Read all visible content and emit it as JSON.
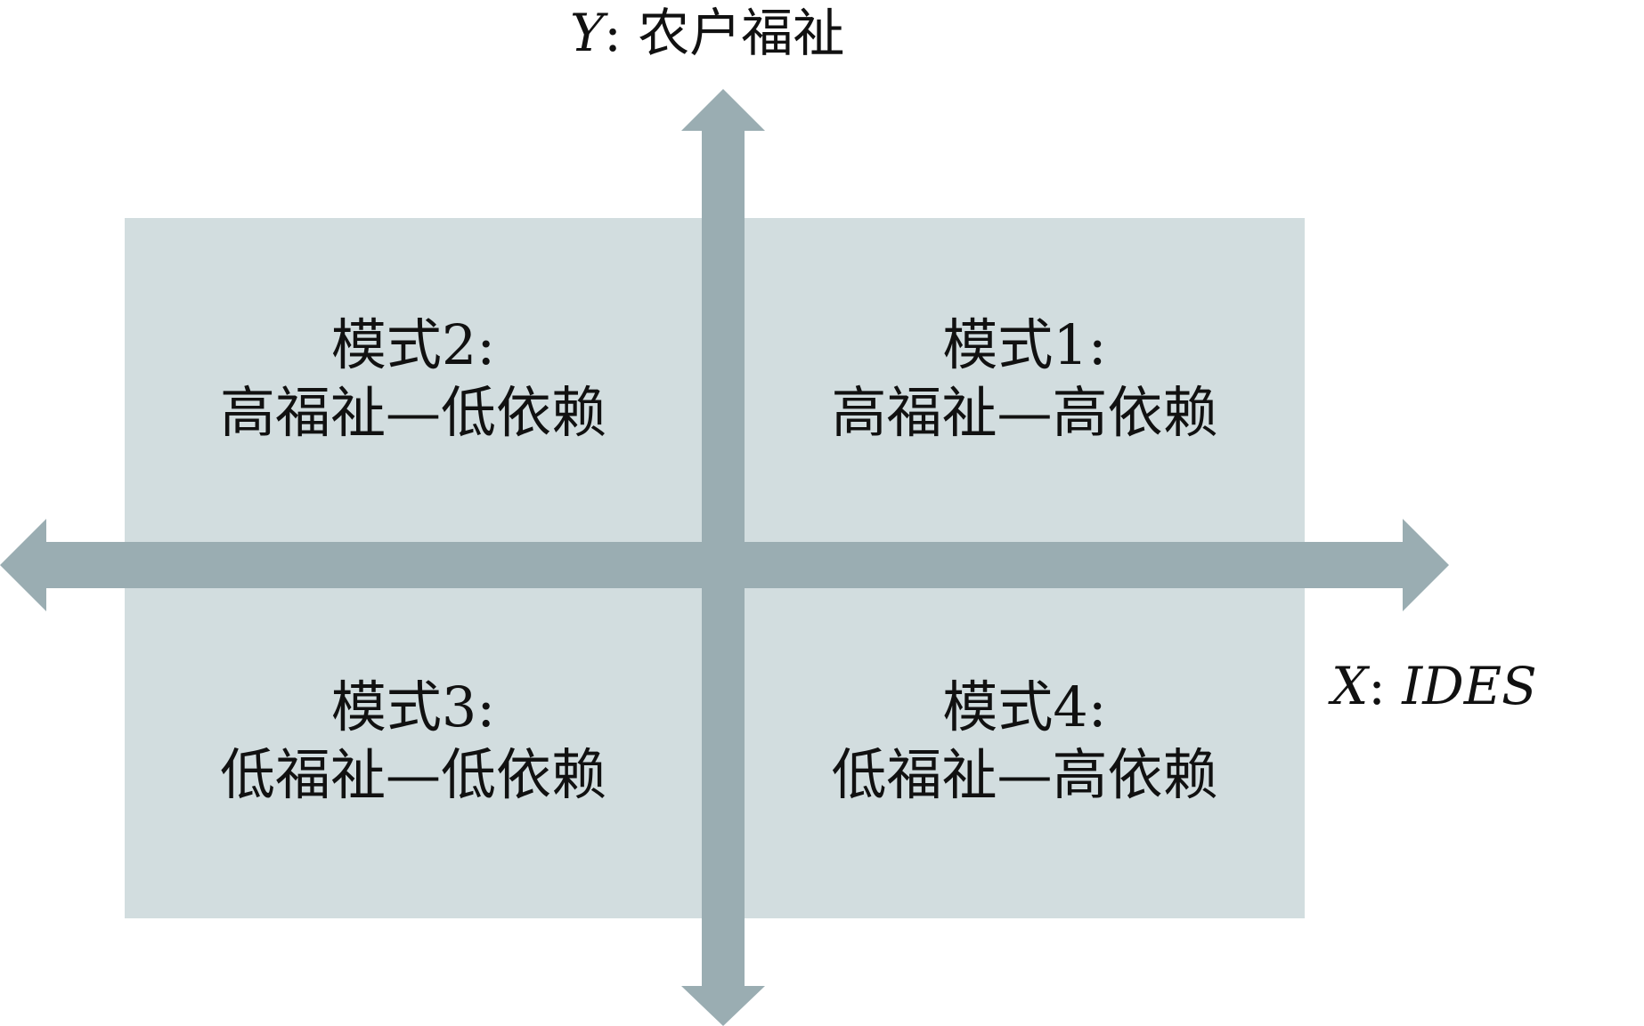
{
  "colors": {
    "quadrant_fill": "#d2dddf",
    "axis_fill": "#9aadb2",
    "text": "#111111",
    "background": "#ffffff"
  },
  "axes": {
    "y": {
      "var": "Y",
      "sep": ": ",
      "name": "农户福祉"
    },
    "x": {
      "var": "X",
      "sep": ": ",
      "name": "IDES"
    }
  },
  "quadrants": [
    {
      "id": "top-left",
      "title": "模式2:",
      "desc": "高福祉—低依赖"
    },
    {
      "id": "top-right",
      "title": "模式1:",
      "desc": "高福祉—高依赖"
    },
    {
      "id": "bottom-left",
      "title": "模式3:",
      "desc": "低福祉—低依赖"
    },
    {
      "id": "bottom-right",
      "title": "模式4:",
      "desc": "低福祉—高依赖"
    }
  ]
}
